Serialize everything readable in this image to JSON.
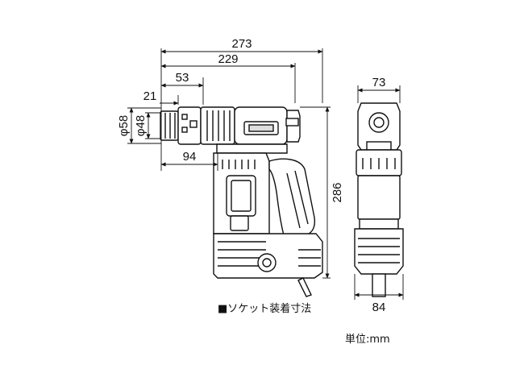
{
  "dimensions": {
    "overall_length": "273",
    "body_length": "229",
    "head_length": "53",
    "anvil_length": "21",
    "dia_outer": "φ58",
    "dia_inner": "φ48",
    "handle_offset": "94",
    "height": "286",
    "head_width": "73",
    "base_width": "84"
  },
  "caption": "■ソケット装着寸法",
  "unit": "単位:mm",
  "colors": {
    "line": "#111111",
    "body": "#ffffff",
    "shade": "#e6e6e6"
  }
}
